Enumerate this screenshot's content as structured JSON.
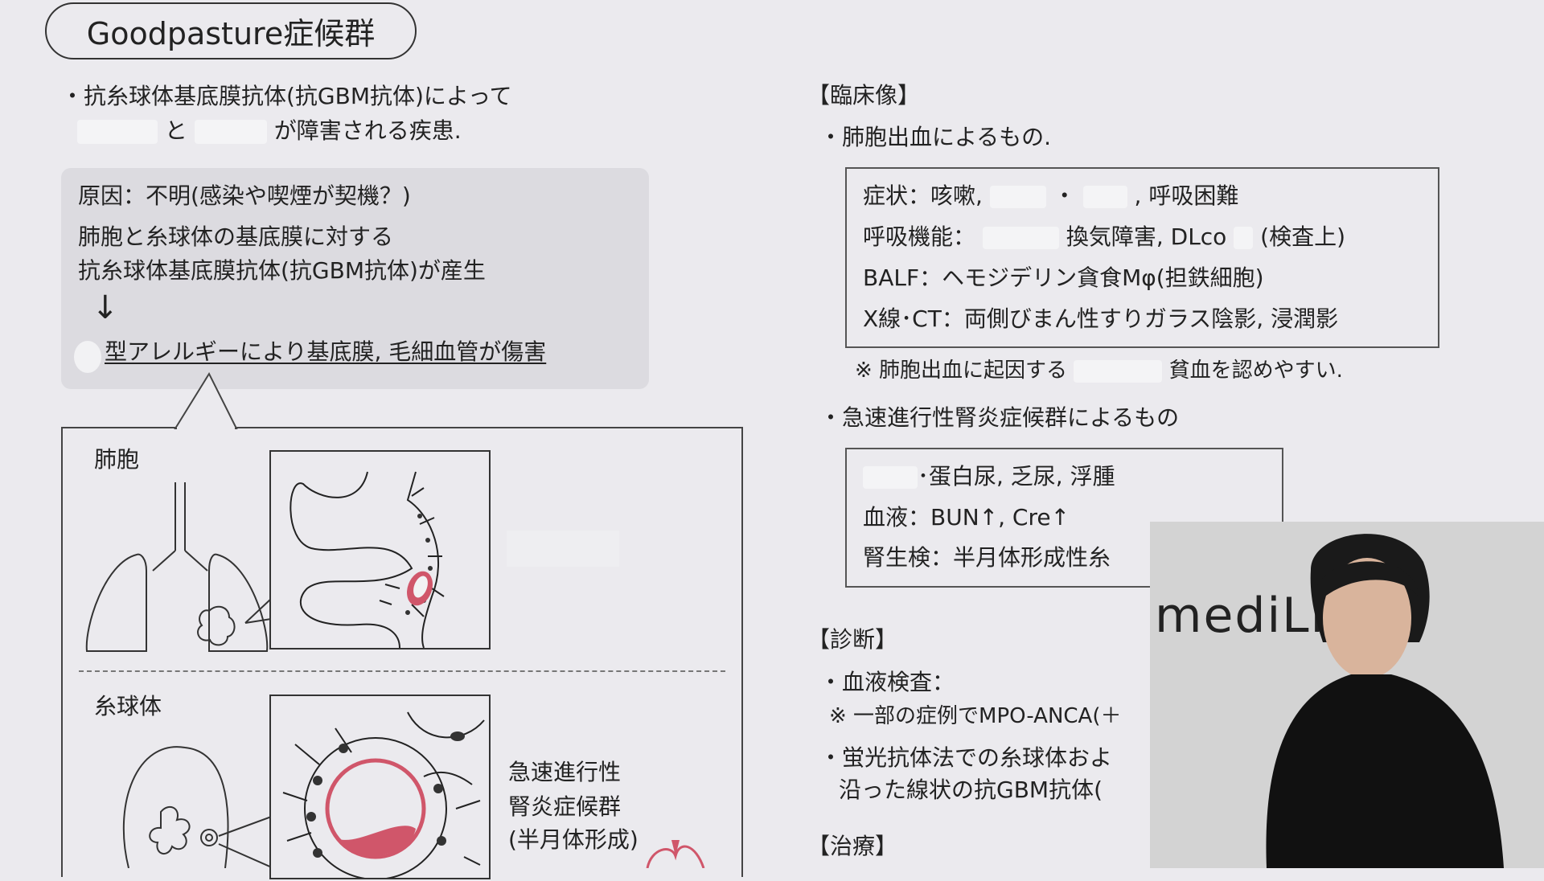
{
  "title": "Goodpasture症候群",
  "intro": {
    "line1": "・抗糸球体基底膜抗体(抗GBM抗体)によって",
    "line2_and": "と",
    "line2_rest": "が障害される疾患."
  },
  "cause": {
    "line1": "原因：不明(感染や喫煙が契機？)",
    "line2": "肺胞と糸球体の基底膜に対する",
    "line3": "抗糸球体基底膜抗体(抗GBM抗体)が産生",
    "arrow": "↓",
    "line4": "型アレルギーにより基底膜, 毛細血管が傷害"
  },
  "diagram": {
    "alveolus_label": "肺胞",
    "glomerulus_label": "糸球体",
    "rpgn_lines": [
      "急速進行性",
      "腎炎症候群",
      "(半月体形成)"
    ],
    "accent_color": "#d0566a"
  },
  "clinical": {
    "heading": "【臨床像】",
    "pulmonary_bullet": "・肺胞出血によるもの.",
    "pulmonary_box": {
      "symptoms_a": "症状：咳嗽,",
      "symptoms_dot": "・",
      "symptoms_b": ", 呼吸困難",
      "resp_a": "呼吸機能：",
      "resp_b": "換気障害, DLco",
      "resp_c": "(検査上)",
      "balf": "BALF：ヘモジデリン貪食Mφ(担鉄細胞)",
      "xray": "X線･CT：両側びまん性すりガラス陰影, 浸潤影"
    },
    "note_a": "※ 肺胞出血に起因する",
    "note_b": "貧血を認めやすい.",
    "renal_bullet": "・急速進行性腎炎症候群によるもの",
    "renal_box": {
      "urine": "･蛋白尿, 乏尿, 浮腫",
      "blood": "血液：BUN↑, Cre↑",
      "biopsy": "腎生検：半月体形成性糸"
    }
  },
  "diagnosis": {
    "heading": "【診断】",
    "blood_test": "・血液検査：",
    "note": "※ 一部の症例でMPO-ANCA(＋",
    "fluor_1": "・蛍光抗体法での糸球体およ",
    "fluor_2": "沿った線状の抗GBM抗体("
  },
  "treatment": {
    "heading": "【治療】"
  },
  "video": {
    "logo": "mediLi"
  }
}
